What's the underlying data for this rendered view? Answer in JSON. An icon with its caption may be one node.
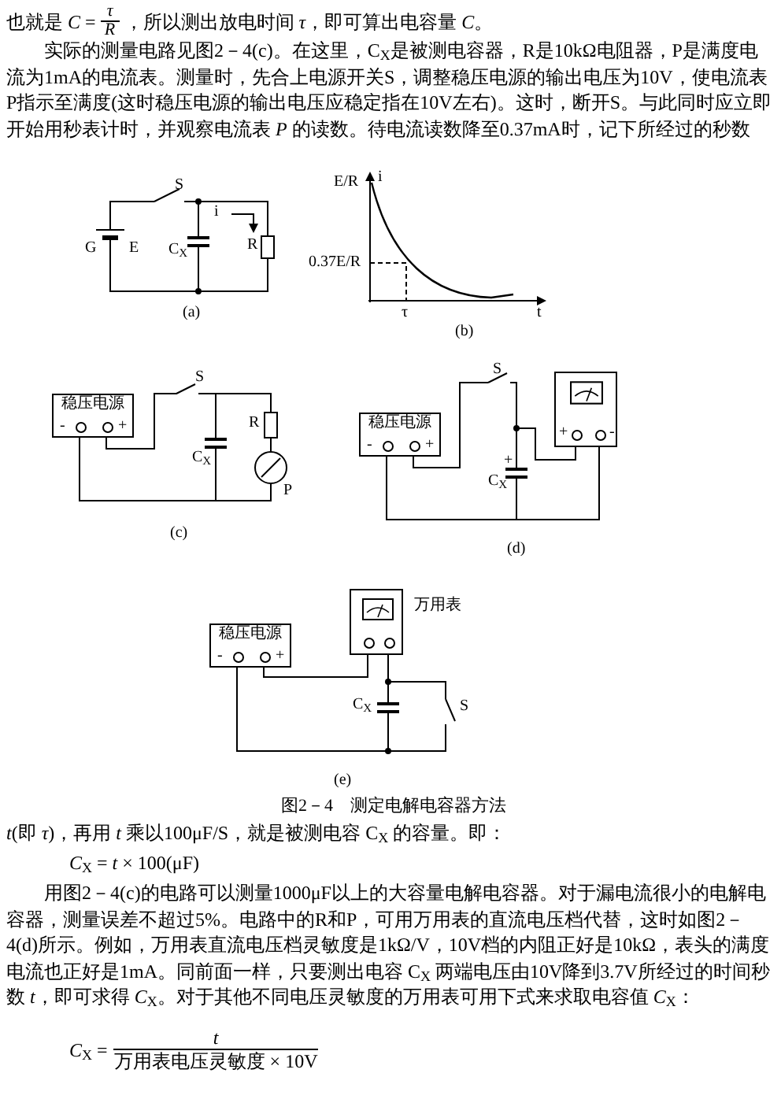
{
  "diagram": {
    "caption": "图2－4　测定电解电容器方法",
    "nodes": [
      {
        "text": [
          "稳压电源",
          "-",
          "+"
        ]
      },
      {
        "text": [
          "稳压电源",
          "-",
          "+"
        ]
      },
      {
        "text": [
          "+",
          "-"
        ]
      },
      {
        "text": [
          "稳压电源",
          "-",
          "+"
        ]
      },
      {
        "text": [],
        "shape": "box",
        "beside": [
          "万用表"
        ]
      }
    ],
    "edges": [
      {
        "from": 3,
        "to": 4,
        "arrow": "none"
      }
    ],
    "labels": [
      "也就是 *C* =",
      "*τ*",
      "*R*",
      "，所以测出放电时间 *τ*，即可算出电容量 *C*。",
      "实际的测量电路见图2－4(c)。在这里，C$_{X}$是被测电容器，R是10kΩ电阻器，P是满度电流为1mA的电流表。测量时，先合上电源开关S，调整稳压电源的输出电压为10V，使电流表P指示至满度(这时稳压电源的输出电压应稳定指在10V左右)。这时，断开S。与此同时应立即开始用秒表计时，并观察电流表 *P* 的读数。待电流读数降至0.37mA时，记下所经过的秒数",
      "S",
      "i",
      "G",
      "E",
      "C$_{X}$",
      "R",
      "(a)",
      "E/R",
      "i",
      "0.37E/R",
      "τ",
      "t",
      "(b)",
      "S",
      "R",
      "C$_{X}$",
      "P",
      "(c)",
      "S",
      "+",
      "C$_{X}$",
      "(d)",
      "C$_{X}$",
      "S",
      "(e)",
      "*t*(即 *τ*)，再用 *t* 乘以100μF/S，就是被测电容 C$_{X}$ 的容量。即：",
      "*C*$_{X}$ = *t* × 100(μF)",
      "用图2－4(c)的电路可以测量1000μF以上的大容量电解电容器。对于漏电流很小的电解电容器，测量误差不超过5%。电路中的R和P，可用万用表的直流电压档代替，这时如图2－4(d)所示。例如，万用表直流电压档灵敏度是1kΩ/V，10V档的内阻正好是10kΩ，表头的满度电流也正好是1mA。同前面一样，只要测出电容 C$_{X}$ 两端电压由10V降到3.7V所经过的时间秒数 *t*，即可求得 *C*$_{X}$。对于其他不同电压灵敏度的万用表可用下式来求取电容值 *C*$_{X}$：",
      "*C*$_{X}$ =",
      "*t*",
      "万用表电压灵敏度 × 10V"
    ]
  }
}
